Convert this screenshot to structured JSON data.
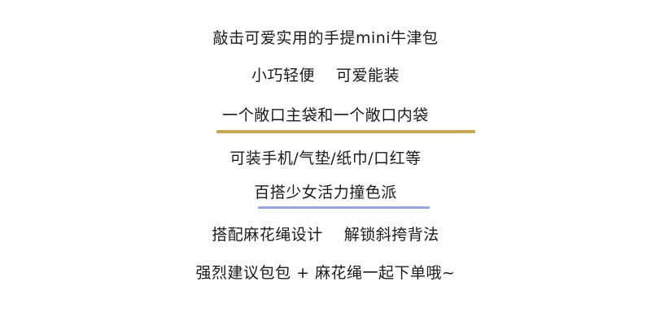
{
  "lines": [
    {
      "text": "敲击可爱实用的手提mini牛津包"
    },
    {
      "parts": [
        "小巧轻便",
        "可爱能装"
      ]
    },
    {
      "text": "一个敞口主袋和一个敞口内袋"
    },
    {
      "text": "可装手机/气垫/纸巾/口红等"
    },
    {
      "text": "百搭少女活力撞色派"
    },
    {
      "parts": [
        "搭配麻花绳设计",
        "解锁斜挎背法"
      ]
    },
    {
      "text": "强烈建议包包 + 麻花绳一起下单哦~"
    }
  ],
  "colors": {
    "text": "#1a1a1a",
    "underline_gold": "#c9a84f",
    "underline_blue": "#98a6e0",
    "background": "#ffffff"
  }
}
